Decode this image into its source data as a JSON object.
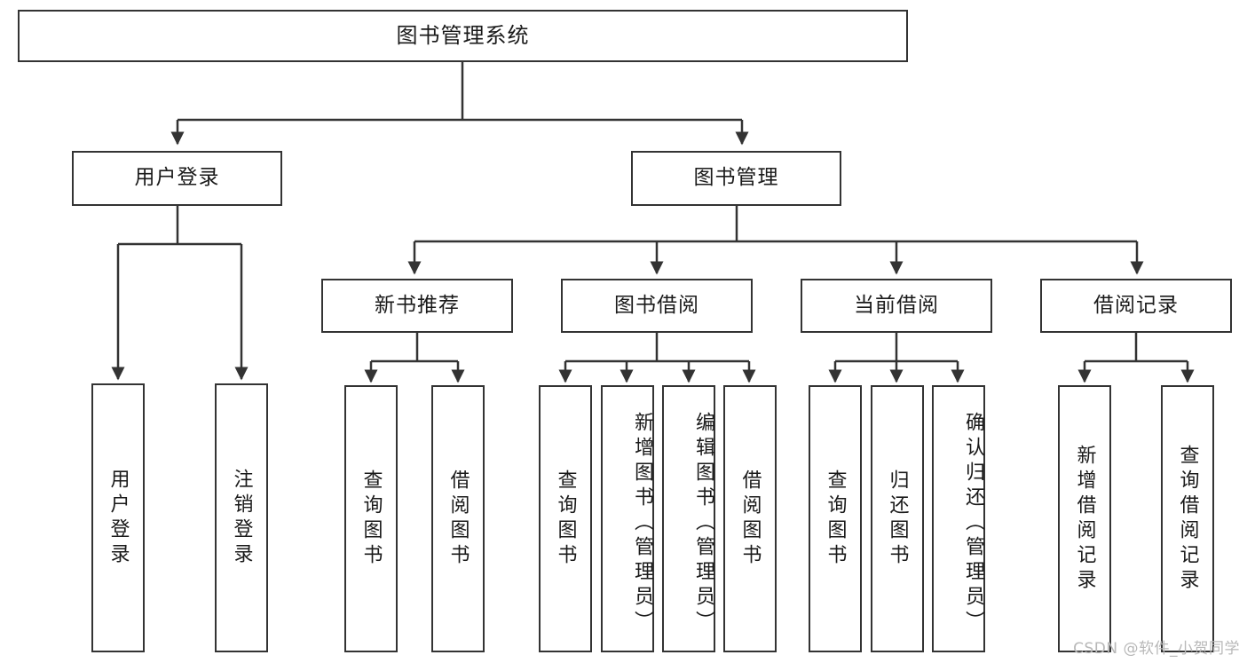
{
  "diagram": {
    "title": "图书管理系统",
    "type": "tree",
    "root": {
      "label": "图书管理系统"
    },
    "level2": [
      {
        "id": "user-login",
        "label": "用户登录"
      },
      {
        "id": "book-manage",
        "label": "图书管理"
      }
    ],
    "level3": [
      {
        "id": "new-book-recommend",
        "label": "新书推荐",
        "parent": "book-manage"
      },
      {
        "id": "book-borrow",
        "label": "图书借阅",
        "parent": "book-manage"
      },
      {
        "id": "current-borrow",
        "label": "当前借阅",
        "parent": "book-manage"
      },
      {
        "id": "borrow-record",
        "label": "借阅记录",
        "parent": "book-manage"
      }
    ],
    "leaves": {
      "user-login": [
        {
          "id": "leaf-user-login",
          "label": "用户登录"
        },
        {
          "id": "leaf-user-logout",
          "label": "注销登录"
        }
      ],
      "new-book-recommend": [
        {
          "id": "leaf-query-book-1",
          "label": "查询图书"
        },
        {
          "id": "leaf-borrow-book-1",
          "label": "借阅图书"
        }
      ],
      "book-borrow": [
        {
          "id": "leaf-query-book-2",
          "label": "查询图书"
        },
        {
          "id": "leaf-add-book",
          "label": "新增图书（管理员）"
        },
        {
          "id": "leaf-edit-book",
          "label": "编辑图书（管理员）"
        },
        {
          "id": "leaf-borrow-book-2",
          "label": "借阅图书"
        }
      ],
      "current-borrow": [
        {
          "id": "leaf-query-book-3",
          "label": "查询图书"
        },
        {
          "id": "leaf-return-book",
          "label": "归还图书"
        },
        {
          "id": "leaf-confirm-return",
          "label": "确认归还（管理员）"
        }
      ],
      "borrow-record": [
        {
          "id": "leaf-add-record",
          "label": "新增借阅记录"
        },
        {
          "id": "leaf-query-record",
          "label": "查询借阅记录"
        }
      ]
    }
  },
  "watermark": {
    "text": "CSDN @软件_小贺同学"
  },
  "colors": {
    "stroke": "#333333",
    "fill": "#ffffff",
    "watermark": "#b8b8b8"
  }
}
